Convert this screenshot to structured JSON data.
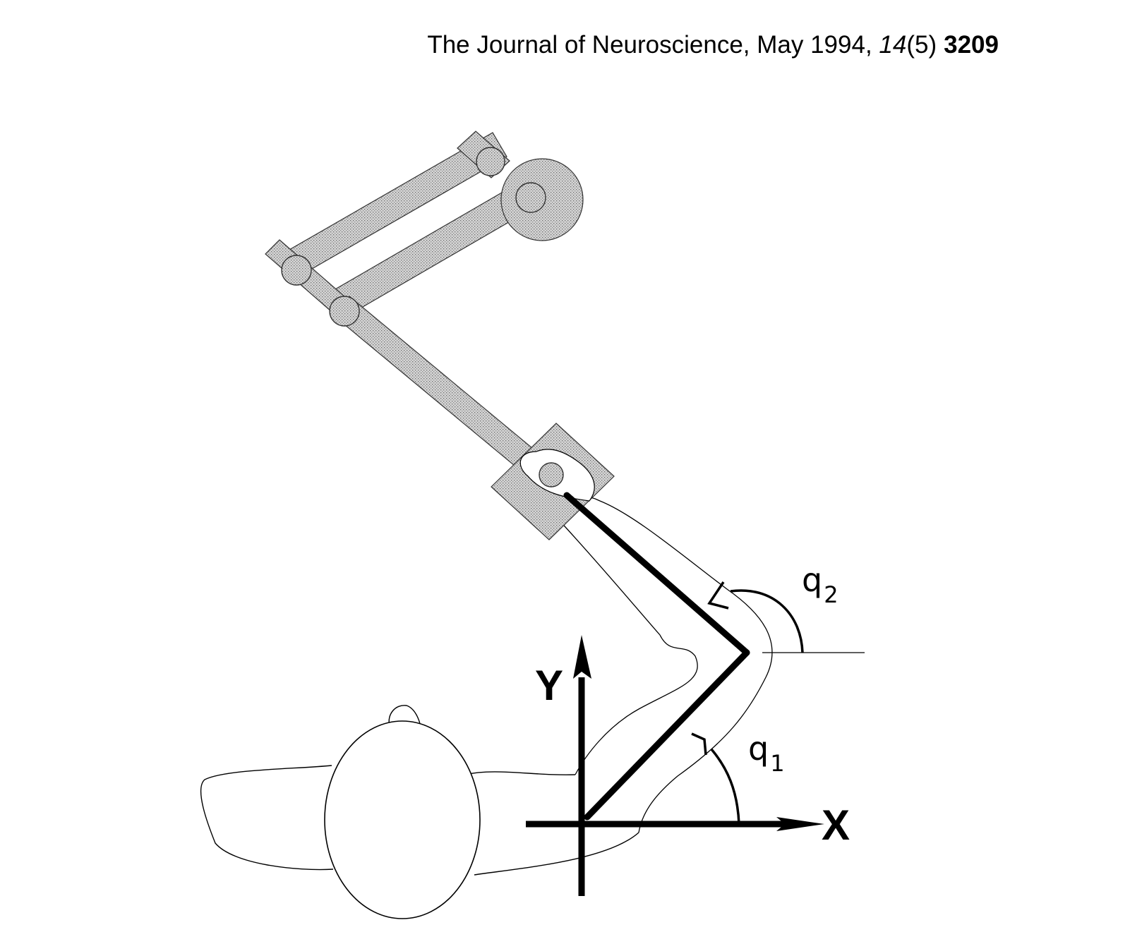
{
  "header": {
    "journal": "The Journal of Neuroscience, May 1994,",
    "volume": "14",
    "issue": "(5)",
    "page_number": "3209"
  },
  "figure": {
    "axis_x_label": "X",
    "axis_y_label": "Y",
    "angle_shoulder_label": "q",
    "angle_shoulder_sub": "1",
    "angle_elbow_label": "q",
    "angle_elbow_sub": "2",
    "colors": {
      "manipulandum_fill": "#c8c8c8",
      "ink": "#000000"
    }
  }
}
